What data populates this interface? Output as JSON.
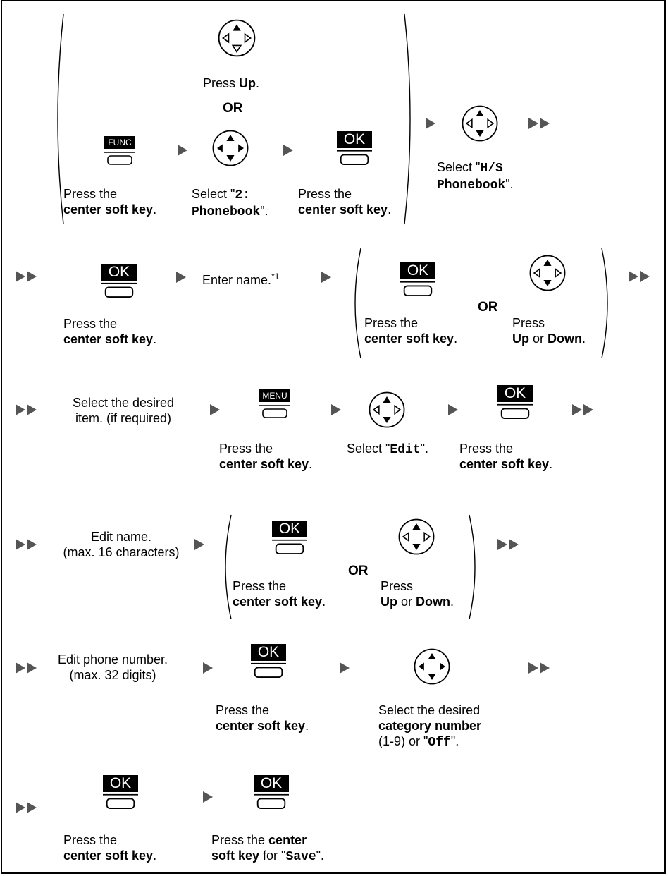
{
  "s1": {
    "press_up_a": "Press ",
    "press_up_b": "Up",
    "press_up_c": ".",
    "or": "OR",
    "func_key": "FUNC",
    "ok_key": "OK",
    "press_the": "Press the",
    "center_soft_key": "center soft key",
    "dot": ".",
    "select_open": "Select \"",
    "phonebook_opt_a": "2:",
    "phonebook_opt_b": "Phonebook",
    "select_close": "\".",
    "hs_select": "Select \"",
    "hs_opt_a": "H/S",
    "hs_opt_b": "Phonebook",
    "hs_close": "\"."
  },
  "s2": {
    "ok_key": "OK",
    "press_the": "Press the",
    "center_soft_key": "center soft key",
    "dot": ".",
    "enter_name": "Enter name.",
    "footnote": "*1",
    "or": "OR",
    "press": "Press",
    "up": "Up",
    "or_word": " or ",
    "down": "Down"
  },
  "s3": {
    "select_desired_1": "Select the desired",
    "select_desired_2": "item. (if required)",
    "menu_key": "MENU",
    "ok_key": "OK",
    "press_the": "Press the",
    "center_soft_key": "center soft key",
    "dot": ".",
    "select_open": "Select \"",
    "edit_opt": "Edit",
    "select_close": "\"."
  },
  "s4": {
    "edit_name_1": "Edit name.",
    "edit_name_2": "(max. 16 characters)",
    "ok_key": "OK",
    "or": "OR",
    "press_the": "Press the",
    "center_soft_key": "center soft key",
    "dot": ".",
    "press": "Press",
    "up": "Up",
    "or_word": " or ",
    "down": "Down"
  },
  "s5": {
    "edit_phone_1": "Edit phone number.",
    "edit_phone_2": "(max. 32 digits)",
    "ok_key": "OK",
    "press_the": "Press the",
    "center_soft_key": "center soft key",
    "dot": ".",
    "select_desired": "Select the desired",
    "category_number": "category number",
    "range": "(1-9) or \"",
    "off_opt": "Off",
    "close": "\"."
  },
  "s6": {
    "ok_key": "OK",
    "press_the": "Press the",
    "center_soft_key": "center soft key",
    "dot": ".",
    "press_the_center": "Press the ",
    "center": "center",
    "soft_key": "soft key",
    "for_save": " for \"",
    "save_opt": "Save",
    "close": "\"."
  },
  "colors": {
    "key_bg": "#000000",
    "arrow": "#555555"
  }
}
